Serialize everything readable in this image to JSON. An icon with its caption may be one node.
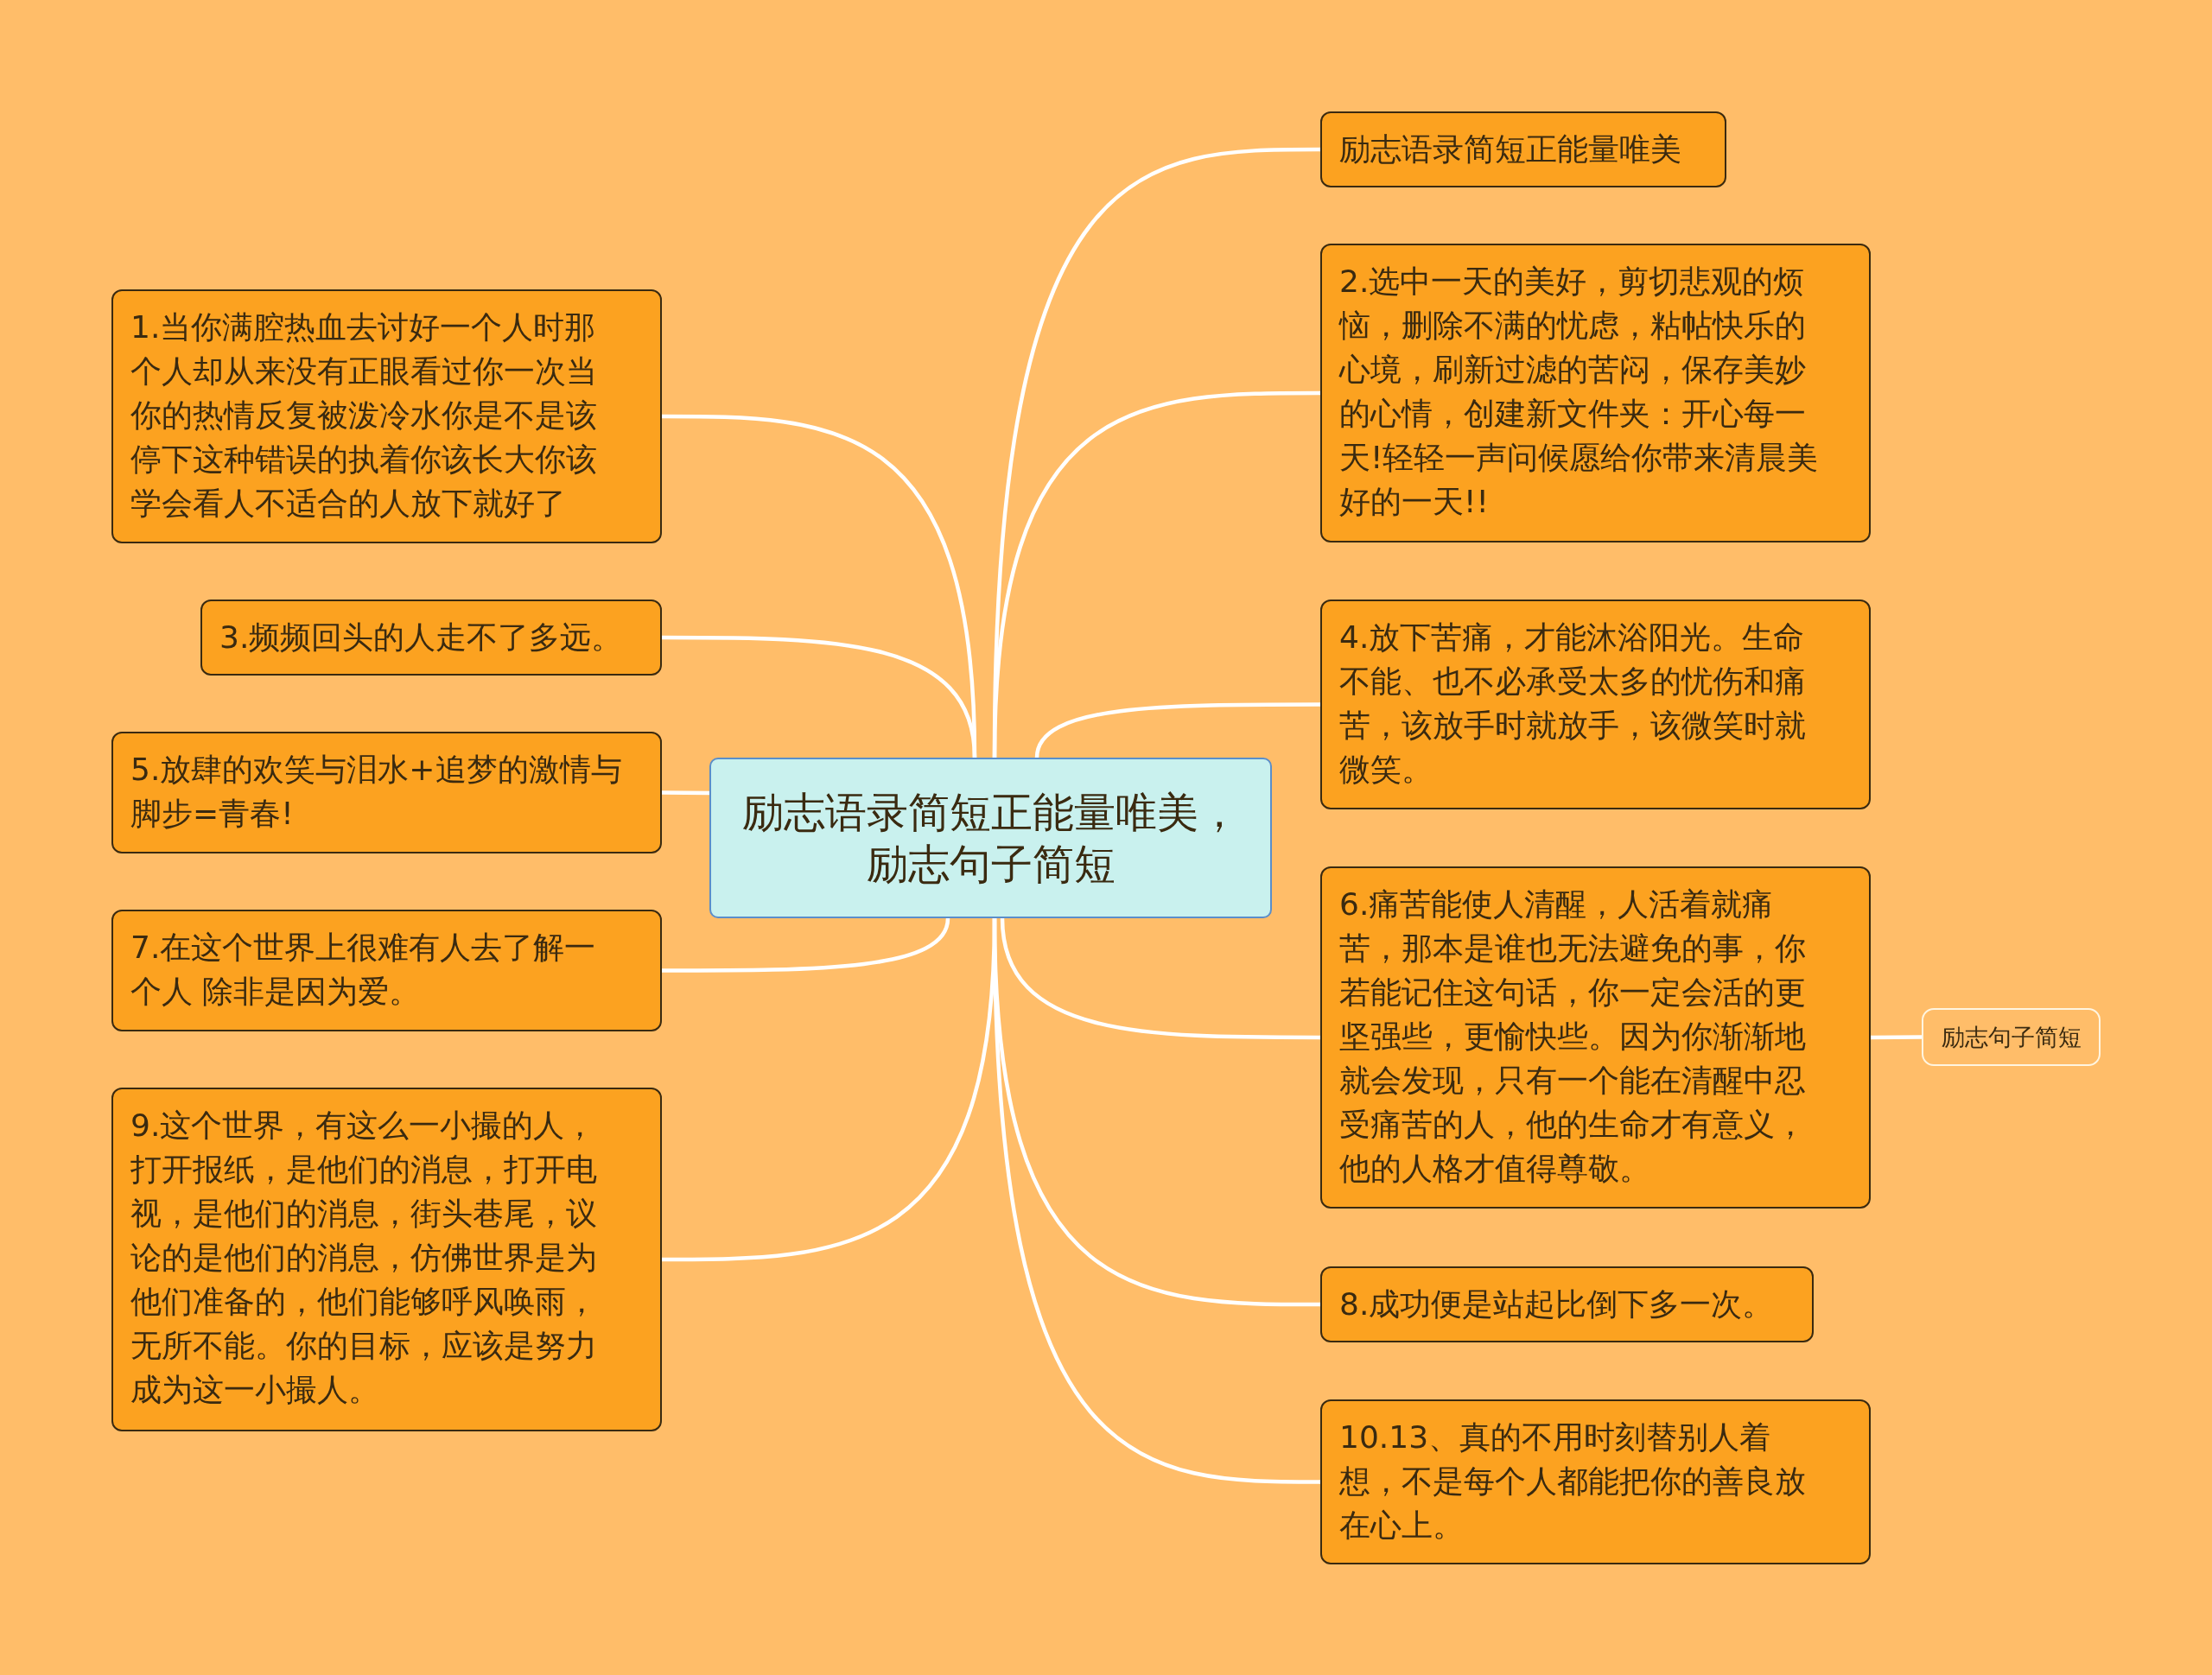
{
  "diagram": {
    "nodes": [
      {
        "text": [
          "励志语录简短正能量唯美，励志句子简短"
        ]
      },
      {
        "text": [
          "励志语录简短正能量唯美"
        ]
      },
      {
        "text": [
          "1.当你满腔热血去讨好一个人时那个人却从来没有正眼看过你一次当你的热情反复被泼冷水你是不是该停下这种错误的执着你该长大你该学会看人不适合的人放下就好了"
        ]
      },
      {
        "text": [
          "2.选中一天的美好，剪切悲观的烦恼，删除不满的忧虑，粘帖快乐的心境，刷新过滤的苦闷，保存美妙的心情，创建新文件夹：开心每一天!轻轻一声问候愿给你带来清晨美好的一天!!"
        ]
      },
      {
        "text": [
          "3.频频回头的人走不了多远。"
        ]
      },
      {
        "text": [
          "4.放下苦痛，才能沐浴阳光。生命不能、也不必承受太多的忧伤和痛苦，该放手时就放手，该微笑时就微笑。"
        ]
      },
      {
        "text": [
          "5.放肆的欢笑与泪水+追梦的激情与脚步=青春!"
        ]
      },
      {
        "text": [
          "6.痛苦能使人清醒，人活着就痛苦，那本是谁也无法避免的事，你若能记住这句话，你一定会活的更坚强些，更愉快些。因为你渐渐地就会发现，只有一个能在清醒中忍受痛苦的人，他的生命才有意义，他的人格才值得尊敬。"
        ]
      },
      {
        "text": [
          "7.在这个世界上很难有人去了解一个人 除非是因为爱。"
        ]
      },
      {
        "text": [
          "8.成功便是站起比倒下多一次。"
        ]
      },
      {
        "text": [
          "9.这个世界，有这么一小撮的人，打开报纸，是他们的消息，打开电视，是他们的消息，街头巷尾，议论的是他们的消息，仿佛世界是为他们准备的，他们能够呼风唤雨，无所不能。你的目标，应该是努力成为这一小撮人。"
        ]
      },
      {
        "text": [
          "10.13、真的不用时刻替别人着想，不是每个人都能把你的善良放在心上。"
        ]
      },
      {
        "text": [
          "励志句子简短"
        ]
      }
    ],
    "edges": [
      {
        "from": 0,
        "to": 1,
        "arrow": "none"
      },
      {
        "from": 0,
        "to": 2,
        "arrow": "none"
      },
      {
        "from": 0,
        "to": 3,
        "arrow": "none"
      },
      {
        "from": 0,
        "to": 4,
        "arrow": "none"
      },
      {
        "from": 0,
        "to": 5,
        "arrow": "none"
      },
      {
        "from": 0,
        "to": 6,
        "arrow": "none"
      },
      {
        "from": 0,
        "to": 7,
        "arrow": "none"
      },
      {
        "from": 0,
        "to": 8,
        "arrow": "none"
      },
      {
        "from": 0,
        "to": 9,
        "arrow": "none"
      },
      {
        "from": 0,
        "to": 10,
        "arrow": "none"
      },
      {
        "from": 0,
        "to": 11,
        "arrow": "none"
      },
      {
        "from": 7,
        "to": 12,
        "arrow": "none"
      }
    ]
  }
}
